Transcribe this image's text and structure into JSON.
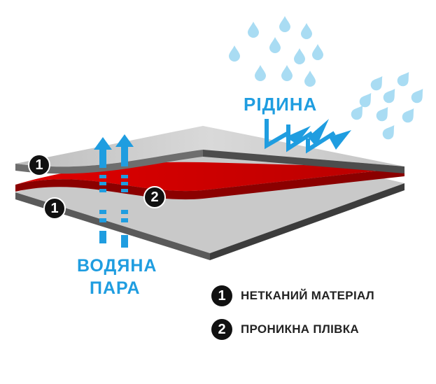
{
  "labels": {
    "liquid": "РІДИНА",
    "vapor_line1": "ВОДЯНА",
    "vapor_line2": "ПАРА"
  },
  "layer_markers": {
    "top": "1",
    "middle": "2",
    "bottom": "1"
  },
  "legend": [
    {
      "number": "1",
      "text": "НЕТКАНИЙ МАТЕРІАЛ"
    },
    {
      "number": "2",
      "text": "ПРОНИКНА ПЛІВКА"
    }
  ],
  "colors": {
    "accent_blue": "#1f9de0",
    "drop_blue": "#a9dcf3",
    "membrane_red": "#d40000",
    "fabric_grey": "#c8c8c8",
    "badge_black": "#111111"
  }
}
